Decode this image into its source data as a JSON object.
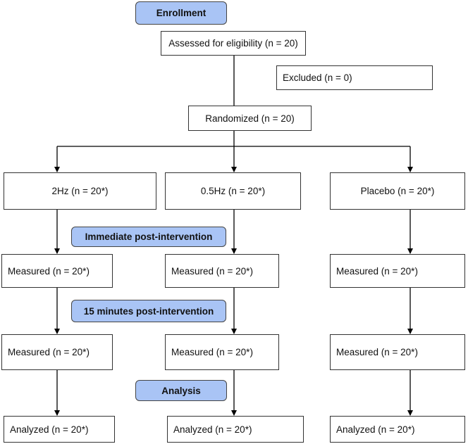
{
  "stages": {
    "enrollment": "Enrollment",
    "immediate": "Immediate post-intervention",
    "fifteen": "15 minutes post-intervention",
    "analysis": "Analysis"
  },
  "assessed": "Assessed for eligibility (n = 20)",
  "excluded": "Excluded (n = 0)",
  "randomized": "Randomized (n = 20)",
  "arms": [
    {
      "group": "2Hz (n = 20*)",
      "measured_immediate": "Measured (n = 20*)",
      "measured_15min": "Measured (n = 20*)",
      "analyzed": "Analyzed (n = 20*)"
    },
    {
      "group": "0.5Hz (n = 20*)",
      "measured_immediate": "Measured (n = 20*)",
      "measured_15min": "Measured (n = 20*)",
      "analyzed": "Analyzed (n = 20*)"
    },
    {
      "group": "Placebo (n = 20*)",
      "measured_immediate": "Measured (n = 20*)",
      "measured_15min": "Measured (n = 20*)",
      "analyzed": "Analyzed (n = 20*)"
    }
  ],
  "colors": {
    "stage_fill": "#a9c4f5",
    "line": "#000000"
  }
}
